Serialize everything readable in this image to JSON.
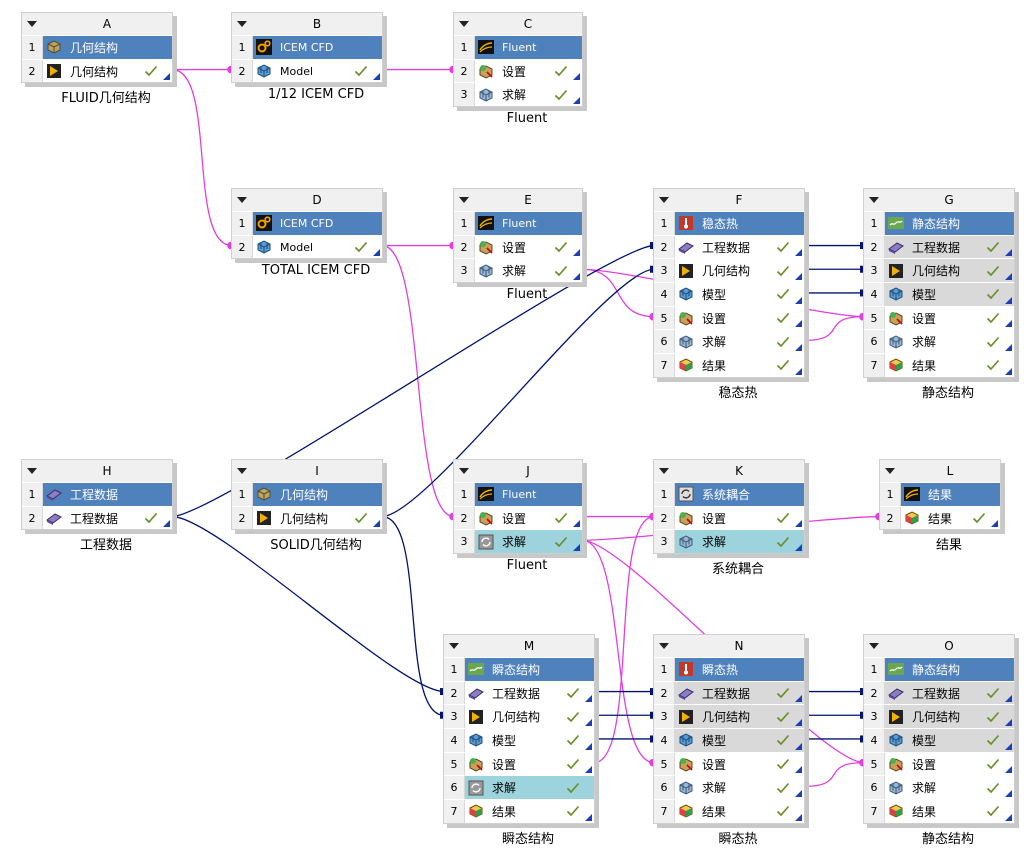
{
  "systems": [
    {
      "id": "A",
      "caption": "FLUID几何结构",
      "rows": [
        {
          "n": "1",
          "label": "几何结构",
          "icon": "geometry-cube",
          "bg": "blue",
          "check": false,
          "tri": false
        },
        {
          "n": "2",
          "label": "几何结构",
          "icon": "design-modeler",
          "bg": "white",
          "check": true,
          "tri": true
        }
      ]
    },
    {
      "id": "B",
      "caption": "1/12 ICEM CFD",
      "rows": [
        {
          "n": "1",
          "label": "ICEM CFD",
          "icon": "icem-gears",
          "bg": "blue",
          "check": false,
          "tri": false,
          "small": true
        },
        {
          "n": "2",
          "label": "Model",
          "icon": "model-blocks",
          "bg": "white",
          "check": true,
          "tri": true,
          "small": true
        }
      ]
    },
    {
      "id": "C",
      "caption": "Fluent",
      "rows": [
        {
          "n": "1",
          "label": "Fluent",
          "icon": "fluent-logo",
          "bg": "blue",
          "check": false,
          "tri": false,
          "small": true
        },
        {
          "n": "2",
          "label": "设置",
          "icon": "setup",
          "bg": "white",
          "check": true,
          "tri": true
        },
        {
          "n": "3",
          "label": "求解",
          "icon": "solution",
          "bg": "white",
          "check": true,
          "tri": true
        }
      ]
    },
    {
      "id": "D",
      "caption": "TOTAL ICEM CFD",
      "rows": [
        {
          "n": "1",
          "label": "ICEM CFD",
          "icon": "icem-gears",
          "bg": "blue",
          "check": false,
          "tri": false,
          "small": true
        },
        {
          "n": "2",
          "label": "Model",
          "icon": "model-blocks",
          "bg": "white",
          "check": true,
          "tri": true,
          "small": true
        }
      ]
    },
    {
      "id": "E",
      "caption": "Fluent",
      "rows": [
        {
          "n": "1",
          "label": "Fluent",
          "icon": "fluent-logo",
          "bg": "blue",
          "check": false,
          "tri": false,
          "small": true
        },
        {
          "n": "2",
          "label": "设置",
          "icon": "setup",
          "bg": "white",
          "check": true,
          "tri": true
        },
        {
          "n": "3",
          "label": "求解",
          "icon": "solution",
          "bg": "white",
          "check": true,
          "tri": true
        }
      ]
    },
    {
      "id": "F",
      "caption": "稳态热",
      "rows": [
        {
          "n": "1",
          "label": "稳态热",
          "icon": "thermal",
          "bg": "blue",
          "check": false,
          "tri": false
        },
        {
          "n": "2",
          "label": "工程数据",
          "icon": "engineering-data",
          "bg": "white",
          "check": true,
          "tri": true
        },
        {
          "n": "3",
          "label": "几何结构",
          "icon": "design-modeler",
          "bg": "white",
          "check": true,
          "tri": true
        },
        {
          "n": "4",
          "label": "模型",
          "icon": "model-blocks",
          "bg": "white",
          "check": true,
          "tri": true
        },
        {
          "n": "5",
          "label": "设置",
          "icon": "setup",
          "bg": "white",
          "check": true,
          "tri": true
        },
        {
          "n": "6",
          "label": "求解",
          "icon": "solution",
          "bg": "white",
          "check": true,
          "tri": true
        },
        {
          "n": "7",
          "label": "结果",
          "icon": "results",
          "bg": "white",
          "check": true,
          "tri": true
        }
      ]
    },
    {
      "id": "G",
      "caption": "静态结构",
      "rows": [
        {
          "n": "1",
          "label": "静态结构",
          "icon": "static-structural",
          "bg": "blue",
          "check": false,
          "tri": false
        },
        {
          "n": "2",
          "label": "工程数据",
          "icon": "engineering-data",
          "bg": "gray",
          "check": true,
          "tri": true
        },
        {
          "n": "3",
          "label": "几何结构",
          "icon": "design-modeler",
          "bg": "gray",
          "check": true,
          "tri": true
        },
        {
          "n": "4",
          "label": "模型",
          "icon": "model-blocks",
          "bg": "gray",
          "check": true,
          "tri": true
        },
        {
          "n": "5",
          "label": "设置",
          "icon": "setup",
          "bg": "white",
          "check": true,
          "tri": true
        },
        {
          "n": "6",
          "label": "求解",
          "icon": "solution",
          "bg": "white",
          "check": true,
          "tri": true
        },
        {
          "n": "7",
          "label": "结果",
          "icon": "results",
          "bg": "white",
          "check": true,
          "tri": true
        }
      ]
    },
    {
      "id": "H",
      "caption": "工程数据",
      "rows": [
        {
          "n": "1",
          "label": "工程数据",
          "icon": "engineering-data",
          "bg": "blue",
          "check": false,
          "tri": false
        },
        {
          "n": "2",
          "label": "工程数据",
          "icon": "engineering-data",
          "bg": "white",
          "check": true,
          "tri": true
        }
      ]
    },
    {
      "id": "I",
      "caption": "SOLID几何结构",
      "rows": [
        {
          "n": "1",
          "label": "几何结构",
          "icon": "geometry-cube",
          "bg": "blue",
          "check": false,
          "tri": false
        },
        {
          "n": "2",
          "label": "几何结构",
          "icon": "design-modeler",
          "bg": "white",
          "check": true,
          "tri": true
        }
      ]
    },
    {
      "id": "J",
      "caption": "Fluent",
      "rows": [
        {
          "n": "1",
          "label": "Fluent",
          "icon": "fluent-logo",
          "bg": "blue",
          "check": false,
          "tri": false,
          "small": true
        },
        {
          "n": "2",
          "label": "设置",
          "icon": "setup",
          "bg": "white",
          "check": true,
          "tri": true
        },
        {
          "n": "3",
          "label": "求解",
          "icon": "system-coupling-solve",
          "bg": "cyan",
          "check": true,
          "tri": true
        }
      ]
    },
    {
      "id": "K",
      "caption": "系统耦合",
      "rows": [
        {
          "n": "1",
          "label": "系统耦合",
          "icon": "system-coupling",
          "bg": "blue",
          "check": false,
          "tri": false
        },
        {
          "n": "2",
          "label": "设置",
          "icon": "setup",
          "bg": "white",
          "check": true,
          "tri": true
        },
        {
          "n": "3",
          "label": "求解",
          "icon": "solution",
          "bg": "cyan",
          "check": true,
          "tri": true
        }
      ]
    },
    {
      "id": "L",
      "caption": "结果",
      "rows": [
        {
          "n": "1",
          "label": "结果",
          "icon": "fluent-logo",
          "bg": "blue",
          "check": false,
          "tri": false
        },
        {
          "n": "2",
          "label": "结果",
          "icon": "results",
          "bg": "white",
          "check": true,
          "tri": true
        }
      ]
    },
    {
      "id": "M",
      "caption": "瞬态结构",
      "rows": [
        {
          "n": "1",
          "label": "瞬态结构",
          "icon": "static-structural",
          "bg": "blue",
          "check": false,
          "tri": false
        },
        {
          "n": "2",
          "label": "工程数据",
          "icon": "engineering-data",
          "bg": "white",
          "check": true,
          "tri": true
        },
        {
          "n": "3",
          "label": "几何结构",
          "icon": "design-modeler",
          "bg": "white",
          "check": true,
          "tri": true
        },
        {
          "n": "4",
          "label": "模型",
          "icon": "model-blocks",
          "bg": "white",
          "check": true,
          "tri": true
        },
        {
          "n": "5",
          "label": "设置",
          "icon": "setup",
          "bg": "white",
          "check": true,
          "tri": true
        },
        {
          "n": "6",
          "label": "求解",
          "icon": "system-coupling-solve",
          "bg": "cyan",
          "check": true,
          "tri": false
        },
        {
          "n": "7",
          "label": "结果",
          "icon": "results",
          "bg": "white",
          "check": true,
          "tri": true
        }
      ]
    },
    {
      "id": "N",
      "caption": "瞬态热",
      "rows": [
        {
          "n": "1",
          "label": "瞬态热",
          "icon": "thermal",
          "bg": "blue",
          "check": false,
          "tri": false
        },
        {
          "n": "2",
          "label": "工程数据",
          "icon": "engineering-data",
          "bg": "gray",
          "check": true,
          "tri": true
        },
        {
          "n": "3",
          "label": "几何结构",
          "icon": "design-modeler",
          "bg": "gray",
          "check": true,
          "tri": true
        },
        {
          "n": "4",
          "label": "模型",
          "icon": "model-blocks",
          "bg": "gray",
          "check": true,
          "tri": true
        },
        {
          "n": "5",
          "label": "设置",
          "icon": "setup",
          "bg": "white",
          "check": true,
          "tri": true
        },
        {
          "n": "6",
          "label": "求解",
          "icon": "solution",
          "bg": "white",
          "check": true,
          "tri": true
        },
        {
          "n": "7",
          "label": "结果",
          "icon": "results",
          "bg": "white",
          "check": true,
          "tri": true
        }
      ]
    },
    {
      "id": "O",
      "caption": "静态结构",
      "rows": [
        {
          "n": "1",
          "label": "静态结构",
          "icon": "static-structural",
          "bg": "blue",
          "check": false,
          "tri": false
        },
        {
          "n": "2",
          "label": "工程数据",
          "icon": "engineering-data",
          "bg": "gray",
          "check": true,
          "tri": true
        },
        {
          "n": "3",
          "label": "几何结构",
          "icon": "design-modeler",
          "bg": "gray",
          "check": true,
          "tri": true
        },
        {
          "n": "4",
          "label": "模型",
          "icon": "model-blocks",
          "bg": "gray",
          "check": true,
          "tri": true
        },
        {
          "n": "5",
          "label": "设置",
          "icon": "setup",
          "bg": "white",
          "check": true,
          "tri": true
        },
        {
          "n": "6",
          "label": "求解",
          "icon": "solution",
          "bg": "white",
          "check": true,
          "tri": true
        },
        {
          "n": "7",
          "label": "结果",
          "icon": "results",
          "bg": "white",
          "check": true,
          "tri": true
        }
      ]
    }
  ],
  "connections": [
    {
      "from": "A.2",
      "to": "B.2",
      "kind": "transfer"
    },
    {
      "from": "B.2",
      "to": "C.2",
      "kind": "transfer"
    },
    {
      "from": "A.2",
      "to": "D.2",
      "kind": "transfer"
    },
    {
      "from": "D.2",
      "to": "E.2",
      "kind": "transfer"
    },
    {
      "from": "D.2",
      "to": "J.2",
      "kind": "transfer"
    },
    {
      "from": "E.3",
      "to": "F.5",
      "kind": "transfer"
    },
    {
      "from": "E.3",
      "to": "G.5",
      "kind": "transfer"
    },
    {
      "from": "F.6",
      "to": "G.5",
      "kind": "transfer"
    },
    {
      "from": "F.2",
      "to": "G.2",
      "kind": "share"
    },
    {
      "from": "F.3",
      "to": "G.3",
      "kind": "share"
    },
    {
      "from": "F.4",
      "to": "G.4",
      "kind": "share"
    },
    {
      "from": "H.2",
      "to": "F.2",
      "kind": "share"
    },
    {
      "from": "H.2",
      "to": "M.2",
      "kind": "share"
    },
    {
      "from": "I.2",
      "to": "F.3",
      "kind": "share"
    },
    {
      "from": "I.2",
      "to": "M.3",
      "kind": "share"
    },
    {
      "from": "J.2",
      "to": "K.2",
      "kind": "transfer"
    },
    {
      "from": "J.3",
      "to": "L.2",
      "kind": "transfer"
    },
    {
      "from": "J.3",
      "to": "N.5",
      "kind": "transfer"
    },
    {
      "from": "J.3",
      "to": "O.5",
      "kind": "transfer"
    },
    {
      "from": "M.5",
      "to": "K.2",
      "kind": "transfer"
    },
    {
      "from": "M.2",
      "to": "N.2",
      "kind": "share"
    },
    {
      "from": "M.3",
      "to": "N.3",
      "kind": "share"
    },
    {
      "from": "M.4",
      "to": "N.4",
      "kind": "share"
    },
    {
      "from": "N.2",
      "to": "O.2",
      "kind": "share"
    },
    {
      "from": "N.3",
      "to": "O.3",
      "kind": "share"
    },
    {
      "from": "N.4",
      "to": "O.4",
      "kind": "share"
    },
    {
      "from": "N.6",
      "to": "O.5",
      "kind": "transfer"
    }
  ],
  "colors": {
    "share": "#00146e",
    "transfer": "#e040e0",
    "header_blue": "#4f81bd",
    "gray_cell": "#d9d9d9",
    "cyan_cell": "#9dd3dc"
  }
}
